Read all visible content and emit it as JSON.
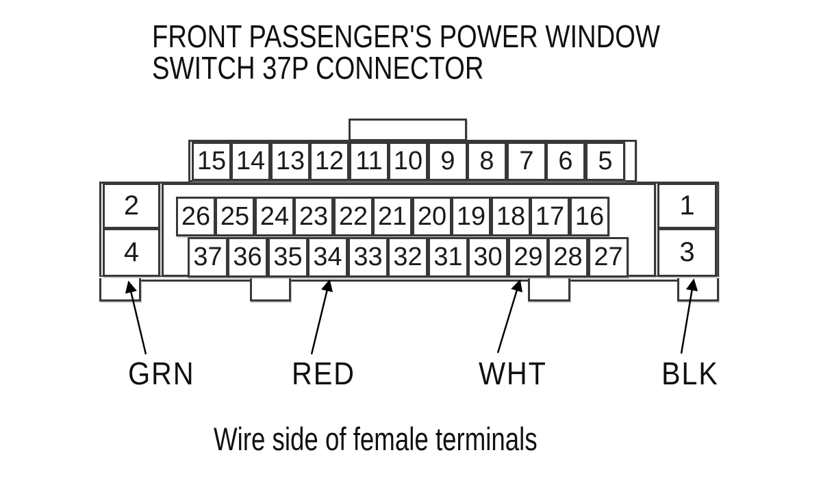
{
  "title_lines": [
    "FRONT PASSENGER'S POWER WINDOW",
    "SWITCH 37P CONNECTOR"
  ],
  "caption": "Wire side of female terminals",
  "connector": {
    "pin_count": "37P",
    "top_row": [
      "15",
      "14",
      "13",
      "12",
      "11",
      "10",
      "9",
      "8",
      "7",
      "6",
      "5"
    ],
    "middle_row": [
      "26",
      "25",
      "24",
      "23",
      "22",
      "21",
      "20",
      "19",
      "18",
      "17",
      "16"
    ],
    "bottom_row": [
      "37",
      "36",
      "35",
      "34",
      "33",
      "32",
      "31",
      "30",
      "29",
      "28",
      "27"
    ],
    "left_column": [
      "2",
      "4"
    ],
    "right_column": [
      "1",
      "3"
    ]
  },
  "wire_labels": [
    "GRN",
    "RED",
    "WHT",
    "BLK"
  ],
  "colors": {
    "line_color": "#383838",
    "text_color": "#101010",
    "background": "#ffffff"
  }
}
